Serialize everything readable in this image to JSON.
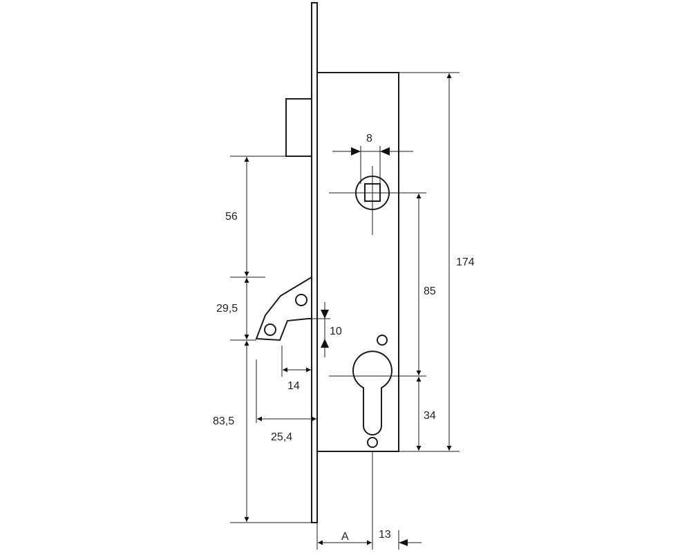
{
  "dimensions": {
    "total_height": "174",
    "spindle_square": "8",
    "spindle_to_cylinder": "85",
    "cylinder_to_bottom": "34",
    "top_to_hook": "56",
    "hook_height": "29,5",
    "hook_gap": "10",
    "hook_depth": "14",
    "hook_to_bottom": "83,5",
    "hook_projection": "25,4",
    "backset": "A",
    "faceplate_to_cylinder": "13"
  }
}
